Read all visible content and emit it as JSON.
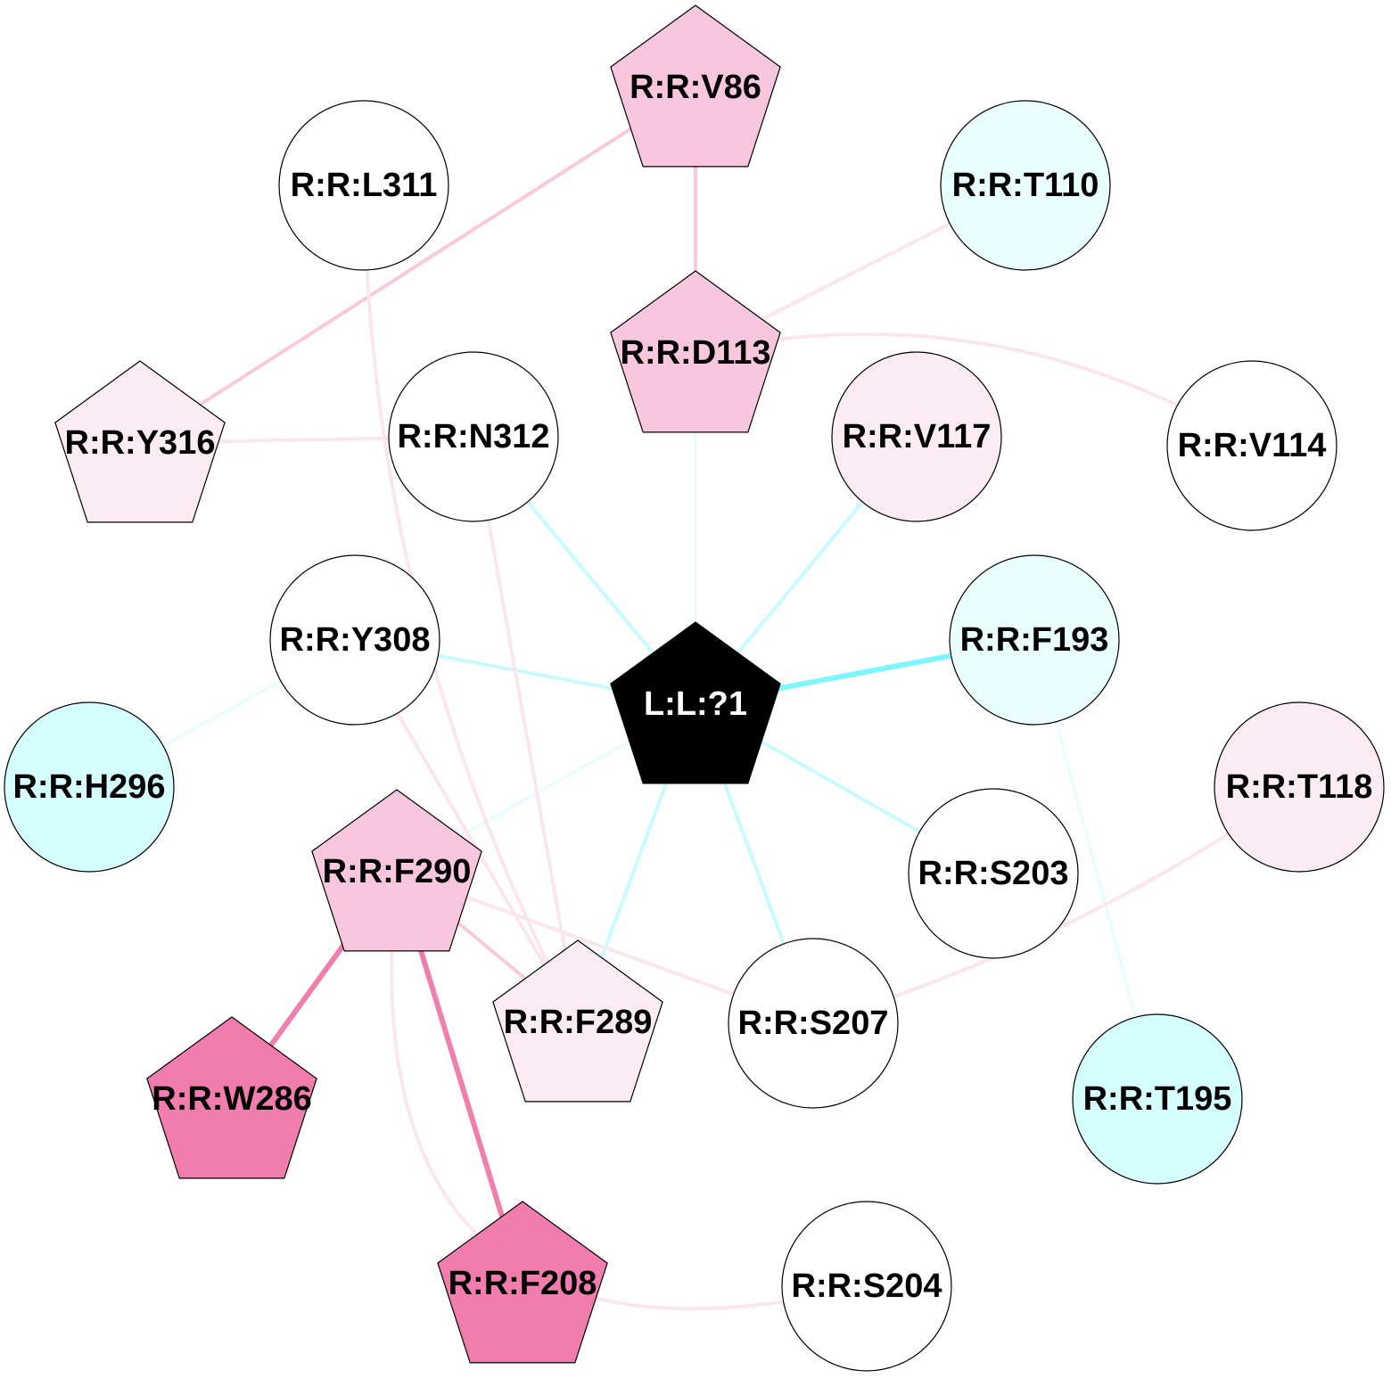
{
  "colors": {
    "cyan_strong": "#7ff6ff",
    "cyan_medium": "#c8fbff",
    "cyan_light": "#e4fdff",
    "pink_strong": "#ef7fad",
    "pink_medium": "#f9c8dd",
    "pink_light": "#fbe5ef",
    "node_white": "#ffffff",
    "node_cyan_light": "#e8feff",
    "node_cyan": "#d4feff",
    "node_pink_light": "#fbebf3",
    "node_pink": "#f9c7dd",
    "node_pink_dark": "#f07dad",
    "node_black": "#000000"
  },
  "nodes": [
    {
      "id": "L:L:?1",
      "label": "L:L:?1",
      "shape": "pentagon",
      "fill": "node_black",
      "text_color": "#ffffff"
    },
    {
      "id": "R:R:V86",
      "label": "R:R:V86",
      "shape": "pentagon",
      "fill": "node_pink"
    },
    {
      "id": "R:R:L311",
      "label": "R:R:L311",
      "shape": "circle",
      "fill": "node_white"
    },
    {
      "id": "R:R:T110",
      "label": "R:R:T110",
      "shape": "circle",
      "fill": "node_cyan_light"
    },
    {
      "id": "R:R:D113",
      "label": "R:R:D113",
      "shape": "pentagon",
      "fill": "node_pink"
    },
    {
      "id": "R:R:Y316",
      "label": "R:R:Y316",
      "shape": "pentagon",
      "fill": "node_pink_light"
    },
    {
      "id": "R:R:N312",
      "label": "R:R:N312",
      "shape": "circle",
      "fill": "node_white"
    },
    {
      "id": "R:R:V117",
      "label": "R:R:V117",
      "shape": "circle",
      "fill": "node_pink_light"
    },
    {
      "id": "R:R:V114",
      "label": "R:R:V114",
      "shape": "circle",
      "fill": "node_white"
    },
    {
      "id": "R:R:Y308",
      "label": "R:R:Y308",
      "shape": "circle",
      "fill": "node_white"
    },
    {
      "id": "R:R:F193",
      "label": "R:R:F193",
      "shape": "circle",
      "fill": "node_cyan_light"
    },
    {
      "id": "R:R:H296",
      "label": "R:R:H296",
      "shape": "circle",
      "fill": "node_cyan"
    },
    {
      "id": "R:R:T118",
      "label": "R:R:T118",
      "shape": "circle",
      "fill": "node_pink_light"
    },
    {
      "id": "R:R:F290",
      "label": "R:R:F290",
      "shape": "pentagon",
      "fill": "node_pink"
    },
    {
      "id": "R:R:S203",
      "label": "R:R:S203",
      "shape": "circle",
      "fill": "node_white"
    },
    {
      "id": "R:R:F289",
      "label": "R:R:F289",
      "shape": "pentagon",
      "fill": "node_pink_light"
    },
    {
      "id": "R:R:S207",
      "label": "R:R:S207",
      "shape": "circle",
      "fill": "node_white"
    },
    {
      "id": "R:R:W286",
      "label": "R:R:W286",
      "shape": "pentagon",
      "fill": "node_pink_dark"
    },
    {
      "id": "R:R:T195",
      "label": "R:R:T195",
      "shape": "circle",
      "fill": "node_cyan"
    },
    {
      "id": "R:R:F208",
      "label": "R:R:F208",
      "shape": "pentagon",
      "fill": "node_pink_dark"
    },
    {
      "id": "R:R:S204",
      "label": "R:R:S204",
      "shape": "circle",
      "fill": "node_white"
    }
  ],
  "edges": [
    {
      "source": "L:L:?1",
      "target": "R:R:F193",
      "color": "cyan_strong",
      "weight": 3
    },
    {
      "source": "L:L:?1",
      "target": "R:R:D113",
      "color": "cyan_light",
      "weight": 1
    },
    {
      "source": "L:L:?1",
      "target": "R:R:V117",
      "color": "cyan_medium",
      "weight": 2
    },
    {
      "source": "L:L:?1",
      "target": "R:R:N312",
      "color": "cyan_medium",
      "weight": 2
    },
    {
      "source": "L:L:?1",
      "target": "R:R:Y308",
      "color": "cyan_medium",
      "weight": 2
    },
    {
      "source": "L:L:?1",
      "target": "R:R:S203",
      "color": "cyan_medium",
      "weight": 2
    },
    {
      "source": "L:L:?1",
      "target": "R:R:S207",
      "color": "cyan_medium",
      "weight": 2
    },
    {
      "source": "L:L:?1",
      "target": "R:R:F289",
      "color": "cyan_medium",
      "weight": 2
    },
    {
      "source": "L:L:?1",
      "target": "R:R:F290",
      "color": "cyan_light",
      "weight": 1
    },
    {
      "source": "R:R:V86",
      "target": "R:R:D113",
      "color": "pink_medium",
      "weight": 2
    },
    {
      "source": "R:R:V86",
      "target": "R:R:Y316",
      "color": "pink_medium",
      "weight": 2
    },
    {
      "source": "R:R:T110",
      "target": "R:R:D113",
      "color": "pink_light",
      "weight": 2
    },
    {
      "source": "R:R:D113",
      "target": "R:R:V114",
      "color": "pink_light",
      "weight": 2,
      "curve": -20
    },
    {
      "source": "R:R:Y316",
      "target": "R:R:N312",
      "color": "pink_light",
      "weight": 2
    },
    {
      "source": "R:R:L311",
      "target": "R:R:F289",
      "color": "pink_light",
      "weight": 2,
      "curve": 12
    },
    {
      "source": "R:R:N312",
      "target": "R:R:F289",
      "color": "pink_light",
      "weight": 2
    },
    {
      "source": "R:R:Y308",
      "target": "R:R:H296",
      "color": "cyan_light",
      "weight": 1
    },
    {
      "source": "R:R:Y308",
      "target": "R:R:F289",
      "color": "pink_light",
      "weight": 2
    },
    {
      "source": "R:R:F193",
      "target": "R:R:T195",
      "color": "cyan_light",
      "weight": 1
    },
    {
      "source": "R:R:T118",
      "target": "R:R:S207",
      "color": "pink_light",
      "weight": 2,
      "curve": -8
    },
    {
      "source": "R:R:F290",
      "target": "R:R:F289",
      "color": "pink_medium",
      "weight": 2
    },
    {
      "source": "R:R:F290",
      "target": "R:R:S207",
      "color": "pink_light",
      "weight": 2
    },
    {
      "source": "R:R:F290",
      "target": "R:R:W286",
      "color": "pink_strong",
      "weight": 3
    },
    {
      "source": "R:R:F290",
      "target": "R:R:F208",
      "color": "pink_strong",
      "weight": 3
    },
    {
      "source": "R:R:F290",
      "target": "R:R:S204",
      "color": "pink_light",
      "weight": 2,
      "curve": 70
    }
  ]
}
